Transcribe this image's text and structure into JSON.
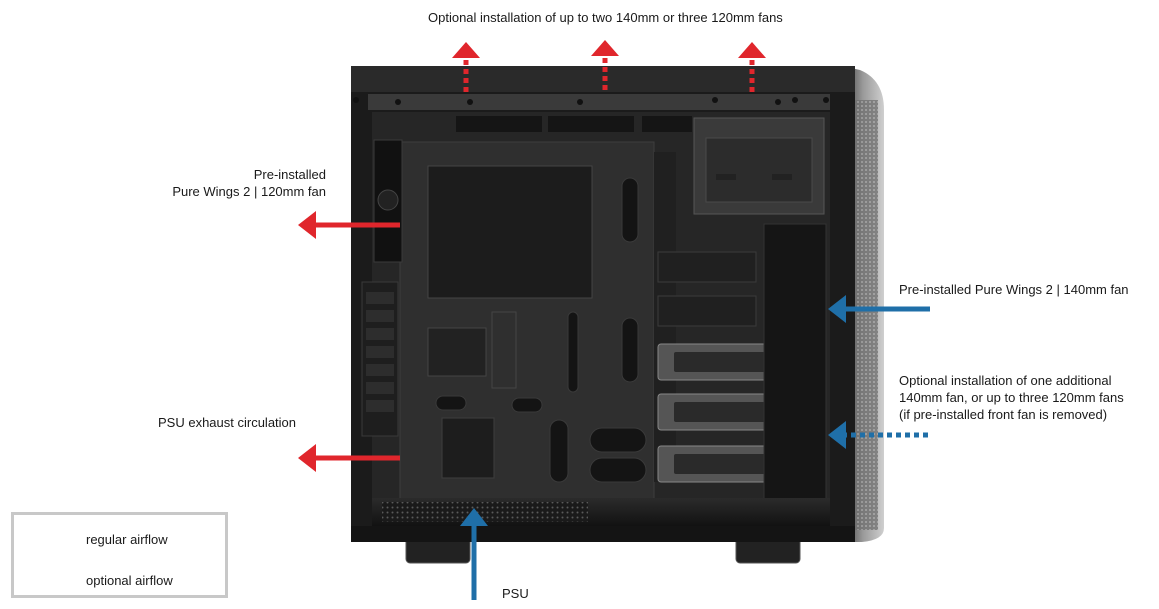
{
  "labels": {
    "top_fans": "Optional installation of up to two 140mm or three 120mm fans",
    "rear_fan_line1": "Pre-installed",
    "rear_fan_line2": "Pure Wings 2 | 120mm fan",
    "front_fan": "Pre-installed Pure Wings 2 | 140mm fan",
    "front_optional_line1": "Optional installation of one additional",
    "front_optional_line2": "140mm fan, or up to three 120mm fans",
    "front_optional_line3": "(if pre-installed front fan is removed)",
    "psu_exhaust": "PSU exhaust circulation",
    "psu": "PSU"
  },
  "legend": {
    "regular": "regular airflow",
    "optional": "optional airflow"
  },
  "colors": {
    "exhaust_red": "#e0262c",
    "intake_blue": "#1f6fa8",
    "legend_black": "#111111",
    "case_dark": "#1b1b1b",
    "panel_grey": "#2a2a2a",
    "mesh_grey": "#8a8a8a",
    "legend_border": "#c8c8c8"
  }
}
